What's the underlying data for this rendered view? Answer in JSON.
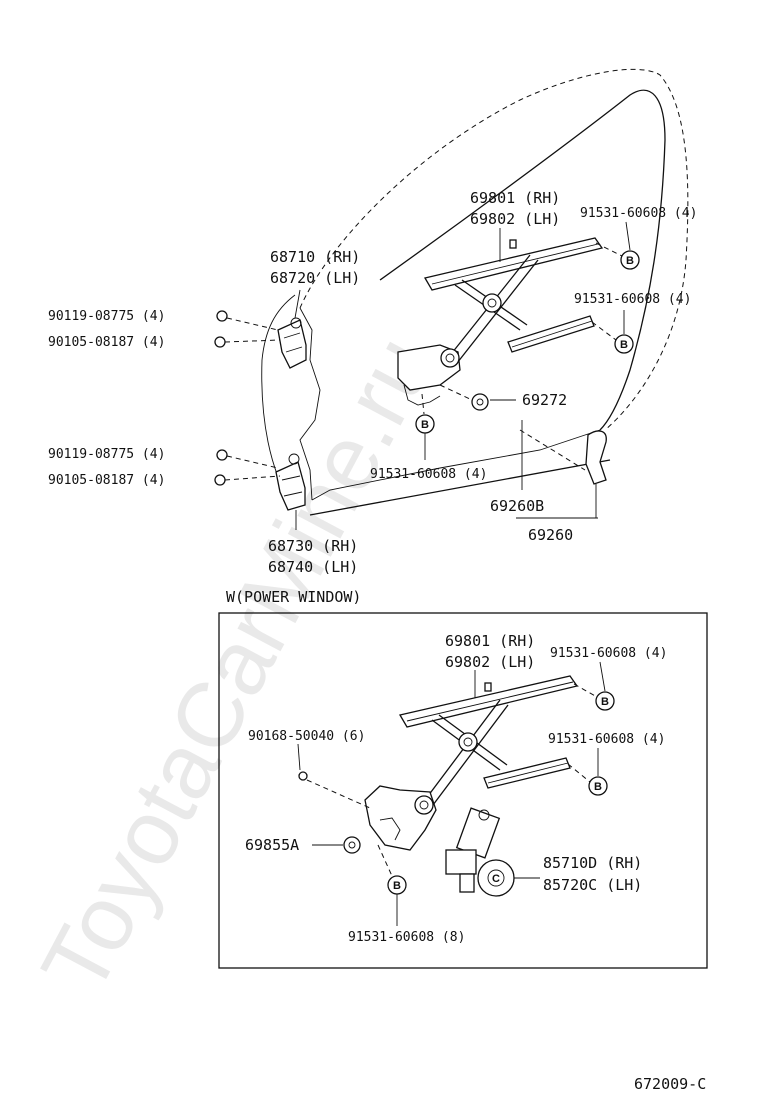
{
  "watermark": "ToyotaCarMine.ru",
  "upper": {
    "labels": {
      "reg_rh": "69801 (RH)",
      "reg_lh": "69802 (LH)",
      "bolt_top": "91531-60608 (4)",
      "bolt_mid": "91531-60608 (4)",
      "hinge_upper_rh": "68710 (RH)",
      "hinge_upper_lh": "68720 (LH)",
      "bolt_a1": "90119-08775 (4)",
      "bolt_b1": "90105-08187 (4)",
      "washer": "69272",
      "bolt_a2": "90119-08775 (4)",
      "bolt_b2": "90105-08187 (4)",
      "bolt_low": "91531-60608 (4)",
      "handle_sub": "69260B",
      "handle": "69260",
      "hinge_lower_rh": "68730 (RH)",
      "hinge_lower_lh": "68740 (LH)"
    },
    "callout": "B"
  },
  "power_window": {
    "title": "W(POWER WINDOW)",
    "labels": {
      "reg_rh": "69801 (RH)",
      "reg_lh": "69802 (LH)",
      "bolt_top": "91531-60608 (4)",
      "bolt_mid": "91531-60608 (4)",
      "screw": "90168-50040 (6)",
      "part_a": "69855A",
      "motor_rh": "85710D (RH)",
      "motor_lh": "85720C (LH)",
      "bolt_bottom": "91531-60608 (8)"
    },
    "callout": "B"
  },
  "diagram_code": "672009-C"
}
